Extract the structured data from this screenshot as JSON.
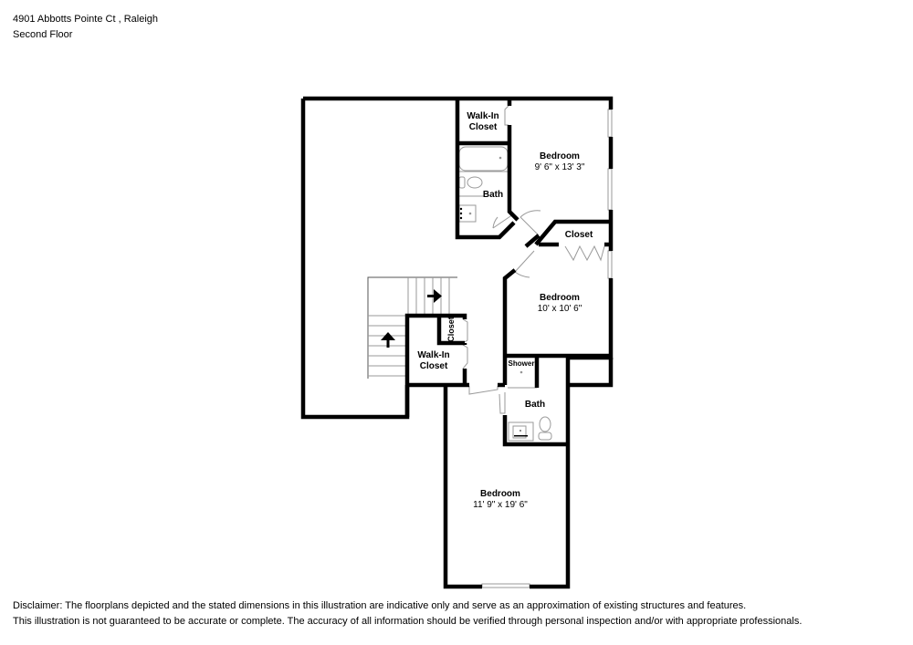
{
  "header": {
    "address": "4901 Abbotts Pointe Ct , Raleigh",
    "floor": "Second Floor"
  },
  "rooms": {
    "walkin_closet_top": {
      "name": "Walk-In",
      "name2": "Closet"
    },
    "bedroom_1": {
      "name": "Bedroom",
      "dim": "9' 6\" x 13' 3\""
    },
    "bath_top": {
      "name": "Bath"
    },
    "closet_mid": {
      "name": "Closet"
    },
    "bedroom_2": {
      "name": "Bedroom",
      "dim": "10' x 10' 6\""
    },
    "closet_small": {
      "name": "Closet"
    },
    "walkin_closet_left": {
      "name": "Walk-In",
      "name2": "Closet"
    },
    "shower": {
      "name": "Shower"
    },
    "bath_bottom": {
      "name": "Bath"
    },
    "bedroom_3": {
      "name": "Bedroom",
      "dim": "11' 9\" x 19' 6\""
    }
  },
  "icons": {
    "stair_arrow_right": "arrow-right",
    "stair_arrow_up": "arrow-up"
  },
  "colors": {
    "wall": "#000000",
    "fixture": "#9a9a9a",
    "background": "#ffffff"
  },
  "disclaimer": {
    "line1": "Disclaimer: The floorplans depicted and the stated dimensions in this illustration are indicative only and serve as an approximation of existing structures and features.",
    "line2": "This illustration is not guaranteed to be accurate or complete. The accuracy of all information should be verified through personal inspection and/or with appropriate professionals."
  }
}
